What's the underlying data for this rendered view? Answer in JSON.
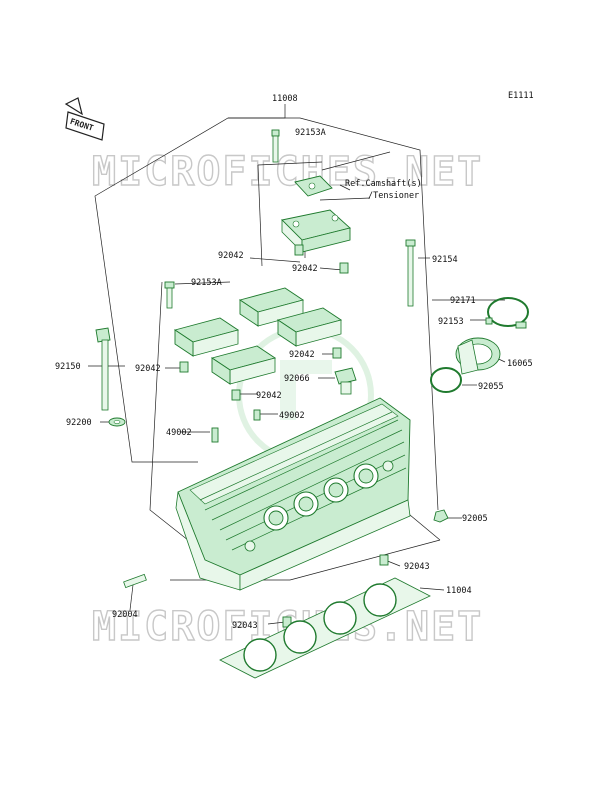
{
  "diagram_code": "E1111",
  "front_badge": "FRONT",
  "watermark": "MICROFICHES.NET",
  "reference_note": {
    "line1": "Ref.Camshaft(s)",
    "line2": "/Tensioner"
  },
  "callouts": [
    {
      "id": "c-11008",
      "text": "11008"
    },
    {
      "id": "c-92153a-top",
      "text": "92153A"
    },
    {
      "id": "c-92042-a",
      "text": "92042"
    },
    {
      "id": "c-92042-b",
      "text": "92042"
    },
    {
      "id": "c-92154",
      "text": "92154"
    },
    {
      "id": "c-92153a-left",
      "text": "92153A"
    },
    {
      "id": "c-92171",
      "text": "92171"
    },
    {
      "id": "c-92153",
      "text": "92153"
    },
    {
      "id": "c-16065",
      "text": "16065"
    },
    {
      "id": "c-92150",
      "text": "92150"
    },
    {
      "id": "c-92042-c",
      "text": "92042"
    },
    {
      "id": "c-92042-d",
      "text": "92042"
    },
    {
      "id": "c-92066",
      "text": "92066"
    },
    {
      "id": "c-92055",
      "text": "92055"
    },
    {
      "id": "c-92042-e",
      "text": "92042"
    },
    {
      "id": "c-92200",
      "text": "92200"
    },
    {
      "id": "c-49002-a",
      "text": "49002"
    },
    {
      "id": "c-49002-b",
      "text": "49002"
    },
    {
      "id": "c-92005",
      "text": "92005"
    },
    {
      "id": "c-92043-a",
      "text": "92043"
    },
    {
      "id": "c-11004",
      "text": "11004"
    },
    {
      "id": "c-92004",
      "text": "92004"
    },
    {
      "id": "c-92043-b",
      "text": "92043"
    }
  ]
}
